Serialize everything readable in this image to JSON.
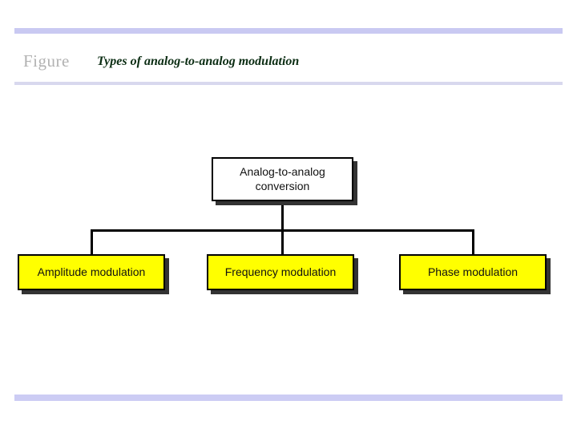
{
  "slide": {
    "figure_label": "Figure",
    "title": "Types of analog-to-analog modulation"
  },
  "colors": {
    "rule_top": "#c9c9f2",
    "rule_mid": "#d8d8ee",
    "rule_bottom": "#ccccf4",
    "figure_label": "#b2b2b2",
    "title": "#0b2d13",
    "node_fill_root": "#ffffff",
    "node_fill_leaf": "#ffff00",
    "node_border": "#000000",
    "node_shadow": "#333333",
    "background": "#ffffff"
  },
  "diagram": {
    "type": "tree",
    "root": {
      "label": "Analog-to-analog conversion",
      "line1": "Analog-to-analog",
      "line2": "conversion"
    },
    "children": [
      {
        "label": "Amplitude modulation"
      },
      {
        "label": "Frequency modulation"
      },
      {
        "label": "Phase modulation"
      }
    ]
  }
}
